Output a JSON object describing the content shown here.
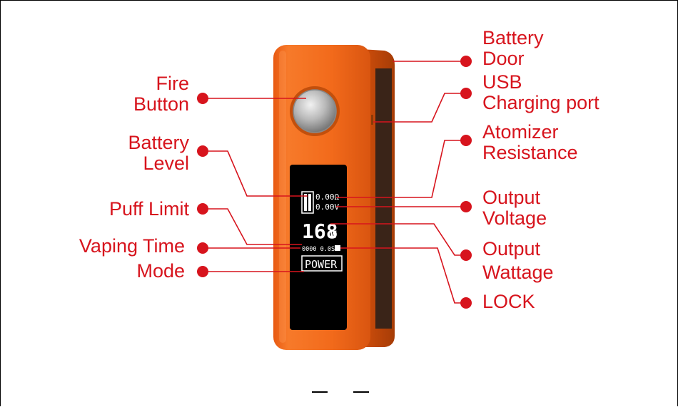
{
  "colors": {
    "accent": "#d7141d",
    "device_body": "#f26a1b",
    "device_shadow": "#c24f0c",
    "screen_bg": "#000000",
    "button_metal": "#b9b9b9"
  },
  "labels": {
    "fire_button": "Fire\nButton",
    "battery_level": "Battery\nLevel",
    "puff_limit": "Puff Limit",
    "vaping_time": "Vaping Time",
    "mode": "Mode",
    "battery_door": "Battery\n Door",
    "usb_port": "   USB\nCharging port",
    "atomizer_resistance": "Atomizer\nResistance",
    "output_voltage": "Output\nVoltage",
    "output_wattage": "Output\nWattage",
    "lock": "LOCK"
  },
  "screen": {
    "resistance": "0.00Ω",
    "voltage": "0.00V",
    "wattage": "168",
    "wattage_unit": "W",
    "puff_time": "0000 0.0S",
    "mode": "POWER"
  }
}
